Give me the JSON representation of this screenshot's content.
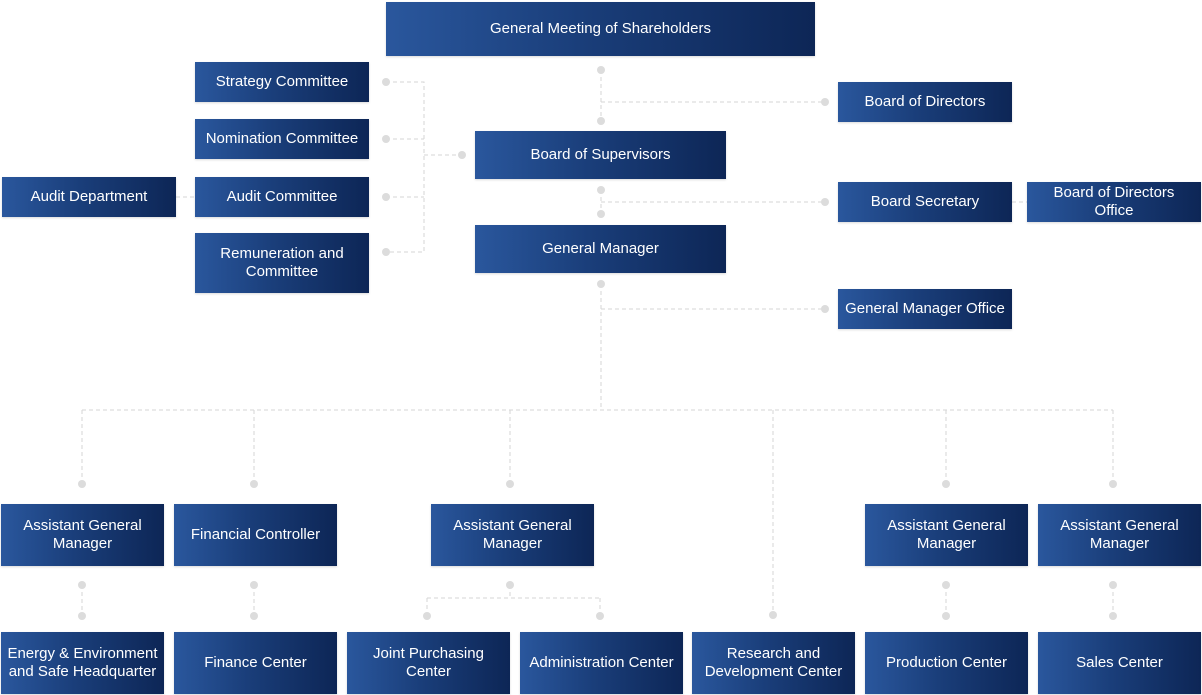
{
  "top": {
    "shareholders": "General Meeting of Shareholders",
    "directors": "Board of Directors",
    "supervisors": "Board of Supervisors",
    "secretary": "Board Secretary",
    "directors_office": "Board of Directors Office",
    "general_manager": "General Manager",
    "gm_office": "General Manager Office"
  },
  "committees": {
    "strategy": "Strategy Committee",
    "nomination": "Nomination Committee",
    "audit": "Audit Committee",
    "remuneration": "Remuneration and Committee",
    "audit_department": "Audit Department"
  },
  "managers": {
    "agm_1": "Assistant General Manager",
    "financial_controller": "Financial Controller",
    "agm_2": "Assistant General Manager",
    "agm_3": "Assistant General Manager",
    "agm_4": "Assistant General Manager"
  },
  "centers": {
    "energy": "Energy & Environment and Safe Headquarter",
    "finance": "Finance Center",
    "purchasing": "Joint Purchasing Center",
    "administration": "Administration Center",
    "rnd": "Research and Development Center",
    "production": "Production Center",
    "sales": "Sales Center"
  },
  "colors": {
    "box_light": "#2a579d",
    "box_dark": "#0d2656",
    "connector": "#d6d6d6"
  }
}
